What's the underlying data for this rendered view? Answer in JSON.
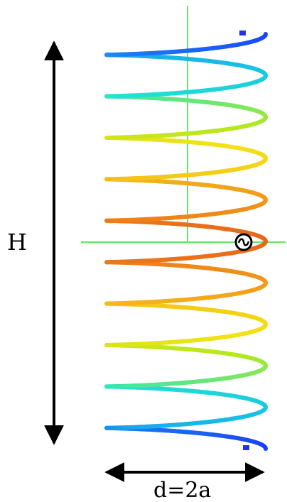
{
  "labels": {
    "height": "H",
    "diameter": "d=2a"
  },
  "colors": {
    "axis": "#33dd33",
    "arrow": "#000000",
    "helix_colormap": [
      "#1a3cff",
      "#18b4e8",
      "#1ee6d2",
      "#b6e81c",
      "#f4e214",
      "#f4b81a",
      "#ee8418",
      "#e8661a"
    ],
    "end_cap": "#2233ee"
  },
  "icons": {
    "feed_point": "ac-source-icon"
  },
  "helix": {
    "turns": 10
  }
}
